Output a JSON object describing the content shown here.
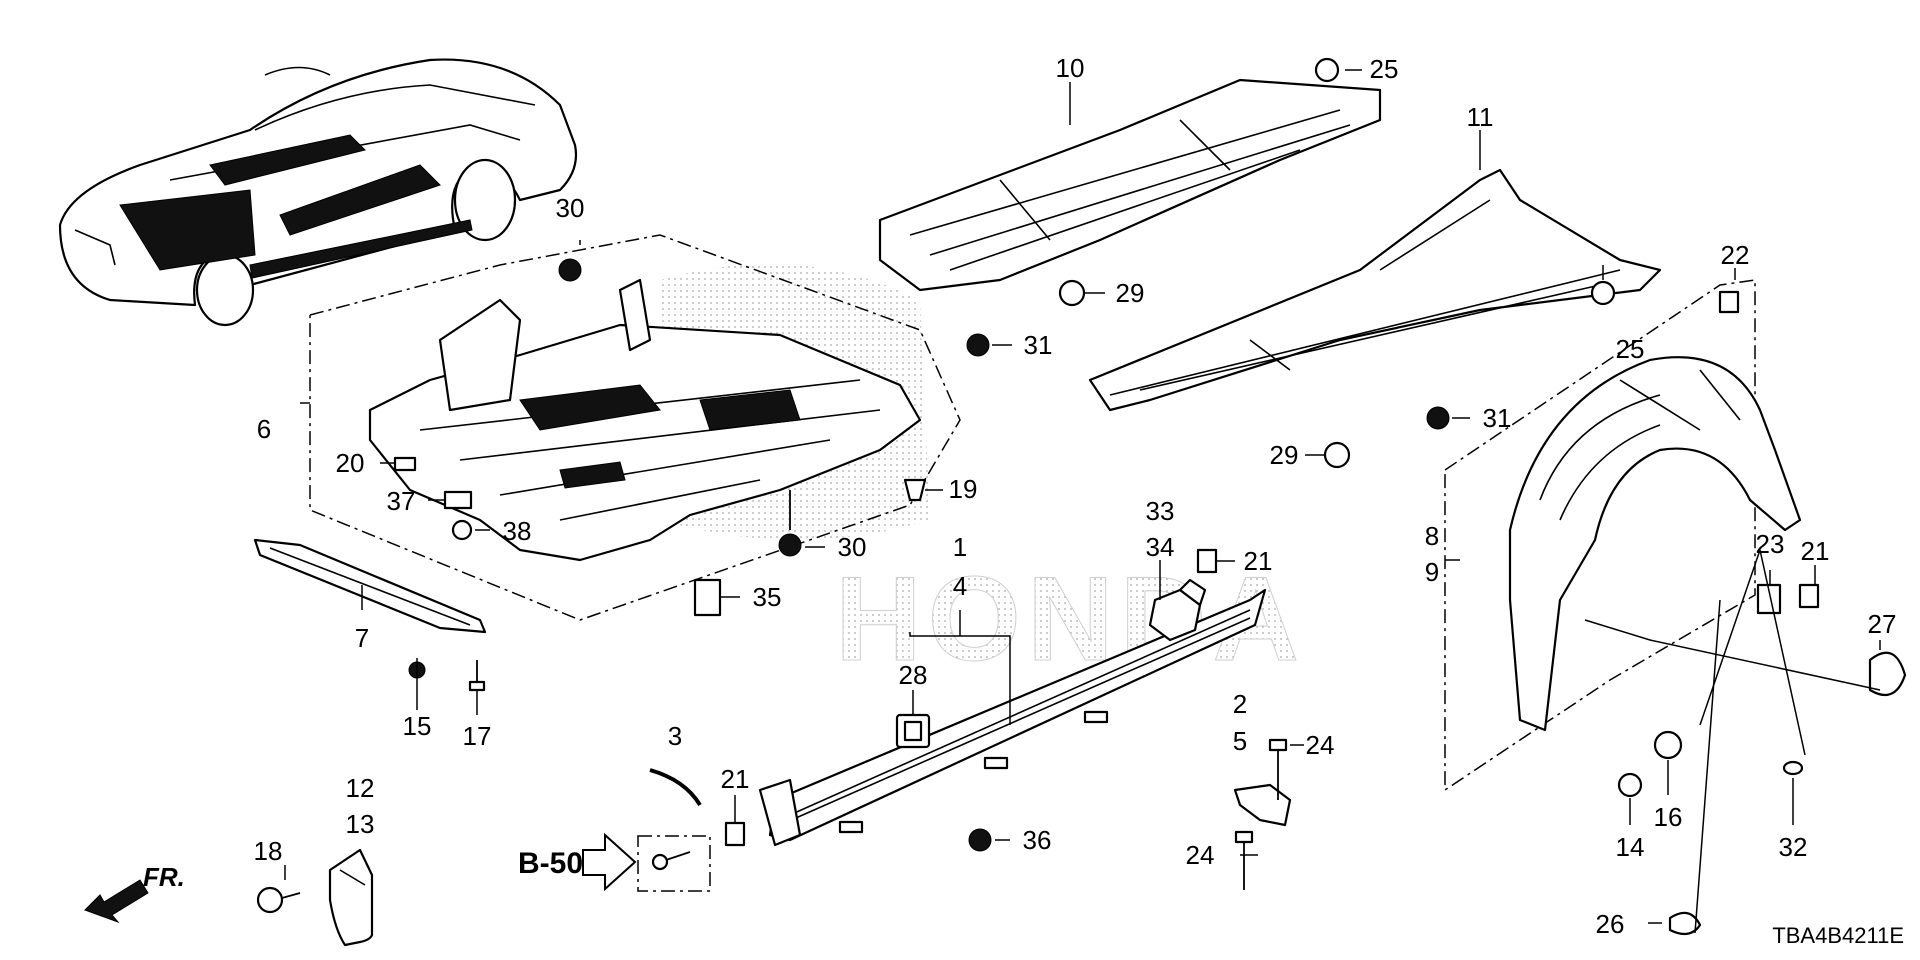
{
  "watermark": "HONDA",
  "diagram_code": "TBA4B4211E",
  "reference": {
    "label": "B-50"
  },
  "front_indicator": "FR.",
  "callouts": [
    "1",
    "2",
    "3",
    "4",
    "5",
    "6",
    "7",
    "8",
    "9",
    "10",
    "11",
    "12",
    "13",
    "14",
    "15",
    "16",
    "17",
    "18",
    "19",
    "20",
    "21",
    "22",
    "23",
    "24",
    "25",
    "26",
    "27",
    "28",
    "29",
    "30",
    "31",
    "32",
    "33",
    "34",
    "35",
    "36",
    "37",
    "38"
  ]
}
